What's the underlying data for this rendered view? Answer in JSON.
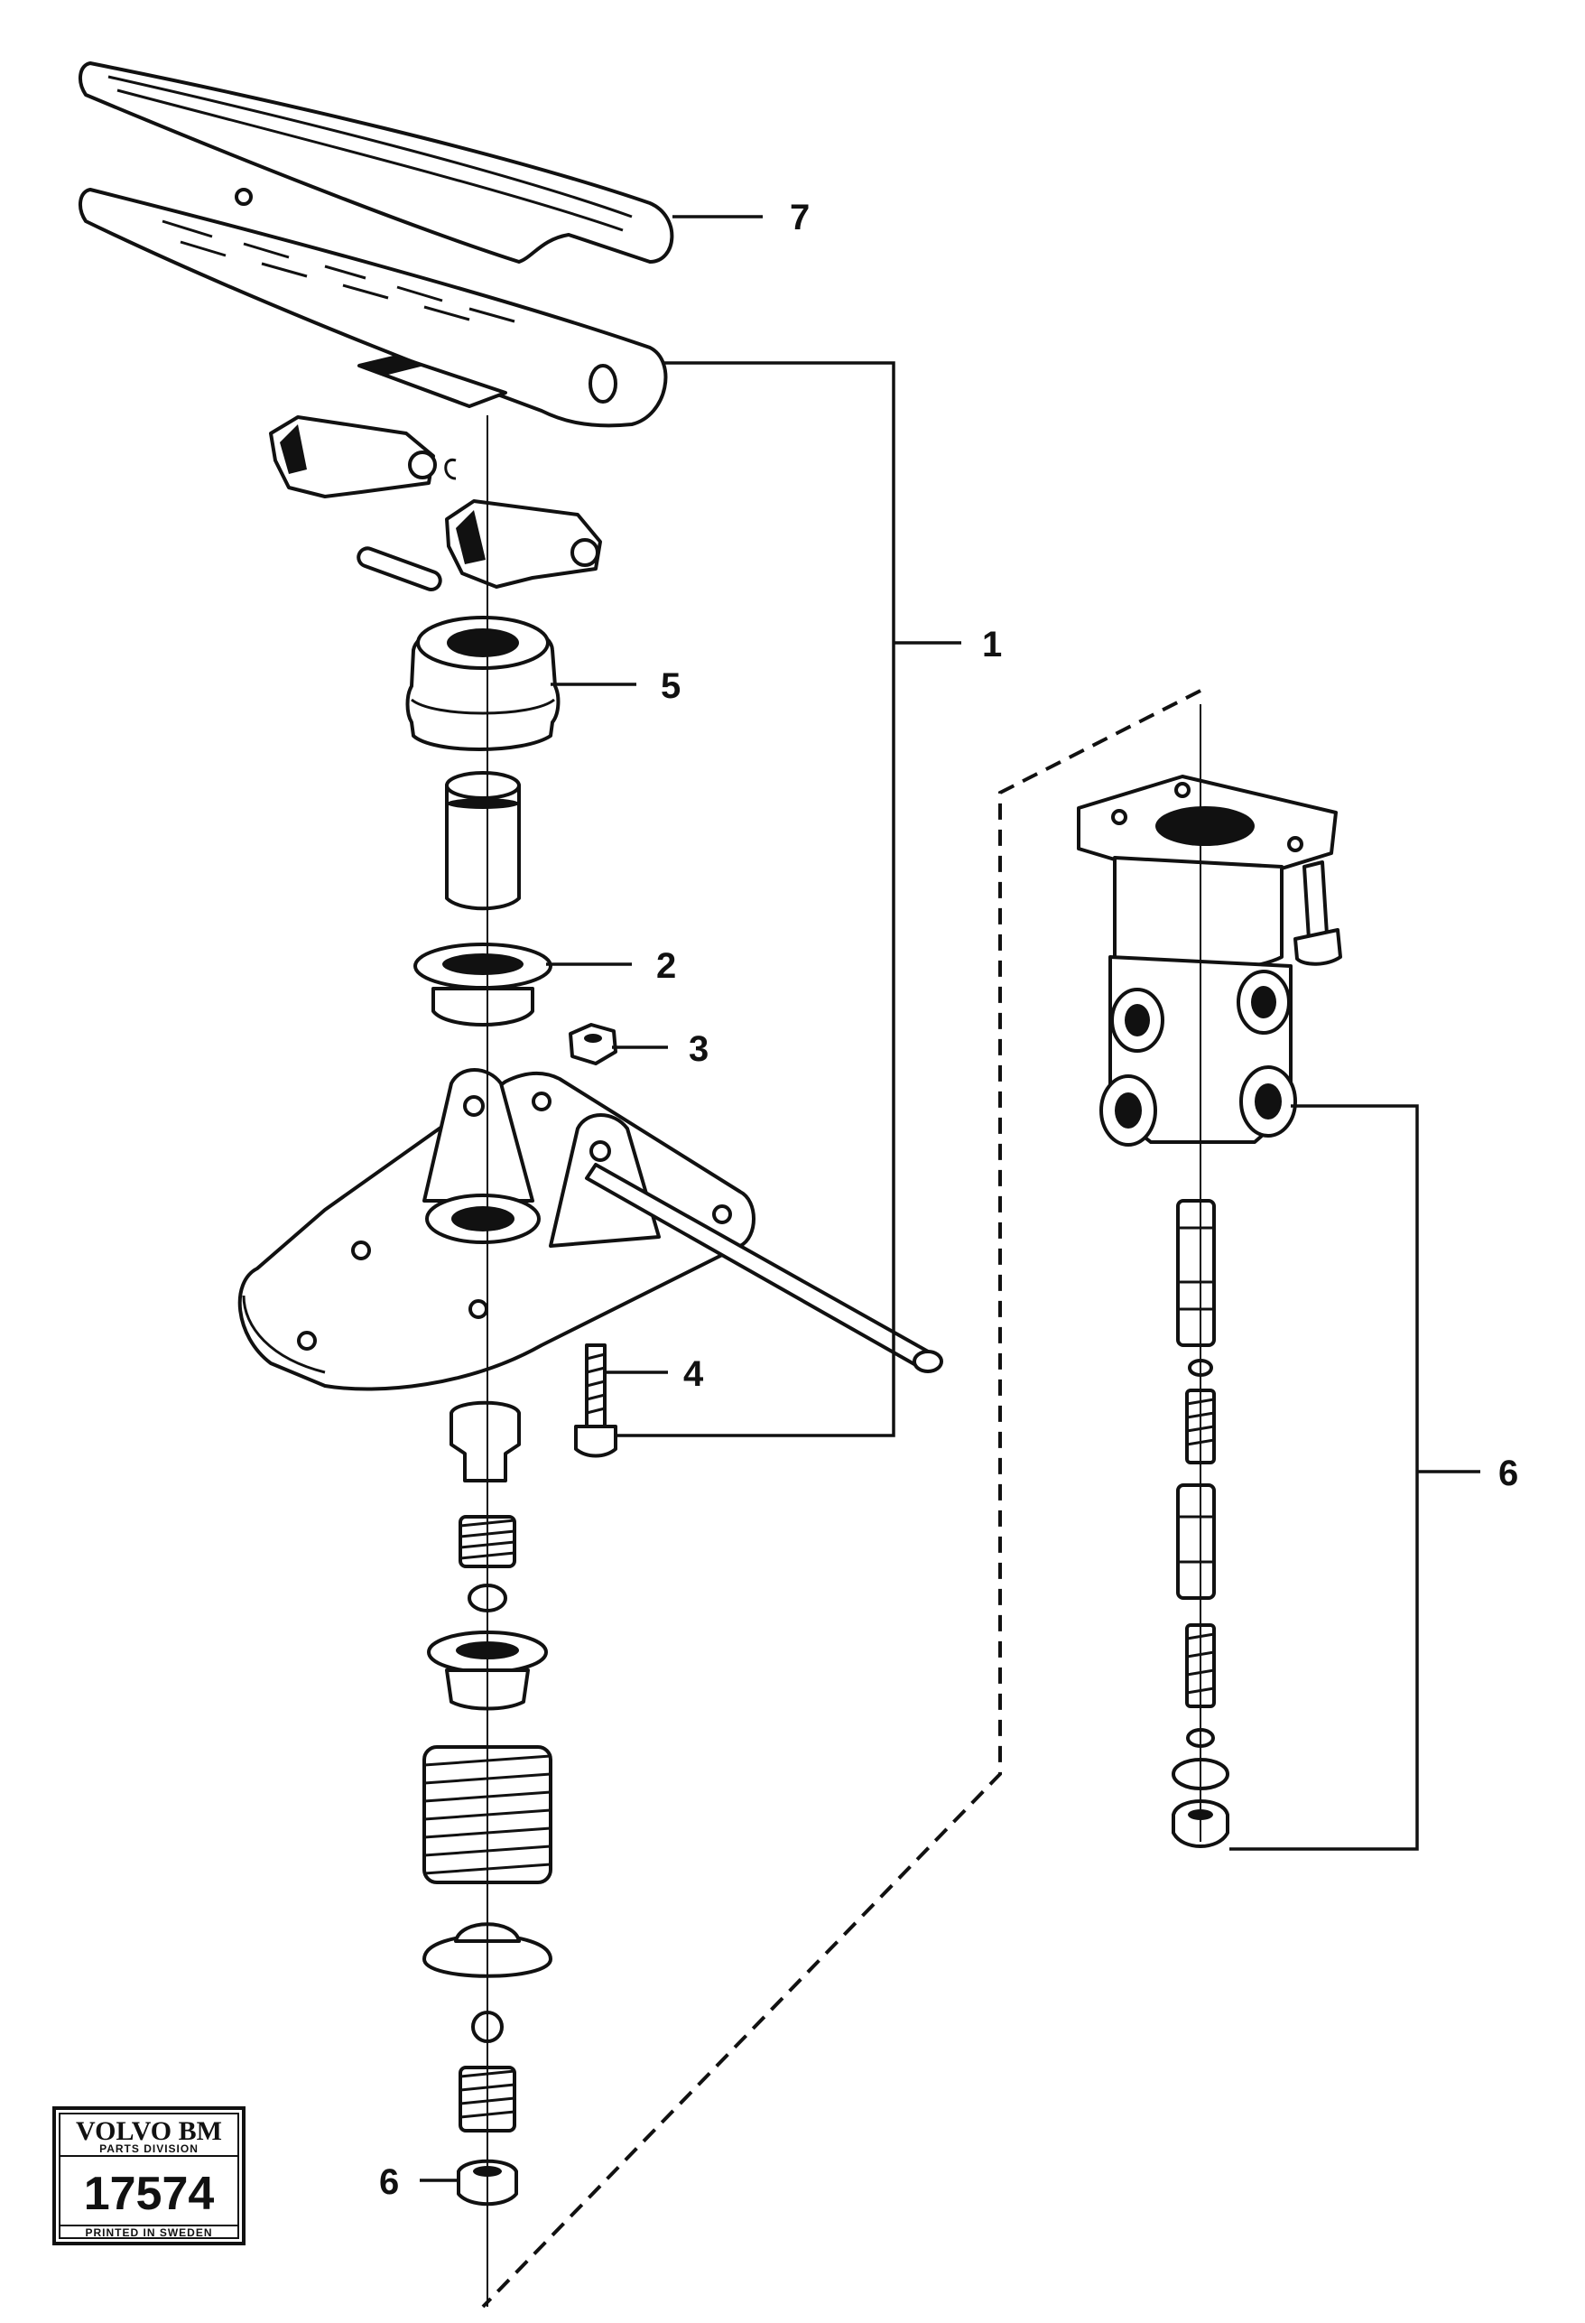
{
  "callouts": {
    "c7": "7",
    "c1": "1",
    "c5": "5",
    "c2": "2",
    "c3": "3",
    "c4": "4",
    "c6_right": "6",
    "c6_bottom": "6"
  },
  "stamp": {
    "brand": "VOLVO BM",
    "division": "PARTS DIVISION",
    "number": "17574",
    "printed": "PRINTED IN SWEDEN"
  }
}
